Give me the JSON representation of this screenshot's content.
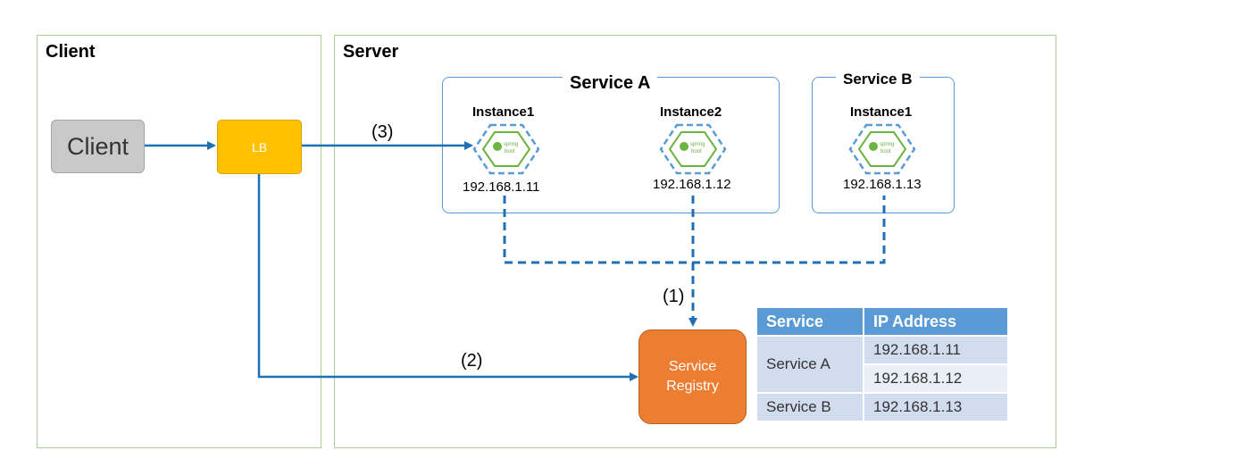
{
  "client_panel": {
    "title": "Client"
  },
  "server_panel": {
    "title": "Server"
  },
  "client_node": {
    "label": "Client"
  },
  "lb_node": {
    "label": "LB"
  },
  "registry_node": {
    "line1": "Service",
    "line2": "Registry"
  },
  "service_a": {
    "title": "Service A",
    "instances": [
      {
        "name": "Instance1",
        "ip": "192.168.1.11"
      },
      {
        "name": "Instance2",
        "ip": "192.168.1.12"
      }
    ]
  },
  "service_b": {
    "title": "Service B",
    "instances": [
      {
        "name": "Instance1",
        "ip": "192.168.1.13"
      }
    ]
  },
  "steps": {
    "s1": "(1)",
    "s2": "(2)",
    "s3": "(3)"
  },
  "spring_logo": {
    "word1": "spring",
    "word2": "boot"
  },
  "registry_table": {
    "headers": [
      "Service",
      "IP Address"
    ],
    "rows": [
      {
        "service": "Service A",
        "ips": [
          "192.168.1.11",
          "192.168.1.12"
        ]
      },
      {
        "service": "Service B",
        "ips": [
          "192.168.1.13"
        ]
      }
    ]
  },
  "colors": {
    "panel_border": "#a9d18e",
    "service_border": "#5b9bd5",
    "arrow": "#1f6fb5",
    "lb": "#ffc000",
    "registry": "#ed7d31",
    "spring_green": "#6db33f"
  }
}
